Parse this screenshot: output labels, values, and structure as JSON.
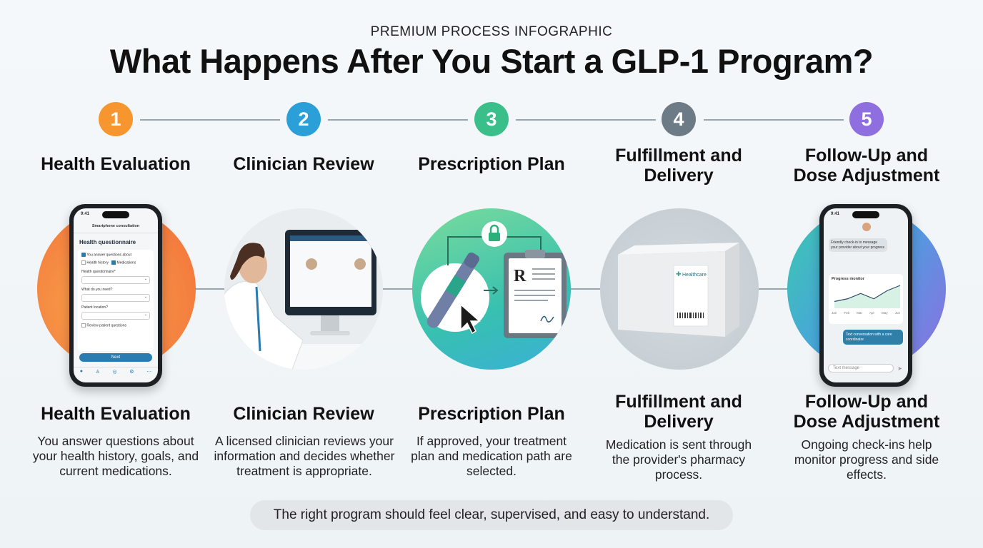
{
  "header": {
    "kicker": "PREMIUM PROCESS INFOGRAPHIC",
    "title": "What Happens After You Start a GLP-1 Program?"
  },
  "colors": {
    "step1": "#f7962e",
    "step2": "#2a9fd8",
    "step3": "#3bbf8a",
    "step4": "#6d7b87",
    "step5": "#8f6ee0"
  },
  "steps": [
    {
      "number": "1",
      "title": "Health Evaluation",
      "description": "You answer questions about your health history, goals, and current medications."
    },
    {
      "number": "2",
      "title": "Clinician Review",
      "description": "A licensed clinician reviews your information and decides whether treatment is appropriate."
    },
    {
      "number": "3",
      "title": "Prescription Plan",
      "description": "If approved, your treatment plan and medication path are selected."
    },
    {
      "number": "4",
      "title": "Fulfillment and Delivery",
      "description": "Medication is sent through the provider's pharmacy process."
    },
    {
      "number": "5",
      "title": "Follow-Up and Dose Adjustment",
      "description": "Ongoing check-ins help monitor progress and side effects."
    }
  ],
  "phone1": {
    "time": "9:41",
    "header": "Smartphone consultation",
    "heading": "Health questionnaire",
    "check1": "You answer questions about",
    "opt1": "Health history",
    "opt2": "Medications",
    "field1": "Health questionnaire*",
    "field2": "What do you need?",
    "field3": "Patient location?",
    "check2": "Review patient questions",
    "button": "Next",
    "icons": [
      "home-icon",
      "user-icon",
      "chat-icon",
      "settings-icon",
      "more-icon"
    ]
  },
  "phone5": {
    "time": "9:41",
    "message_in": "Friendly check-in to message your provider about your progress",
    "chart_title": "Progress monitor",
    "months": [
      "Jan",
      "Feb",
      "Mar",
      "Apr",
      "May",
      "Jun"
    ],
    "progress": [
      2,
      3,
      5,
      3,
      6,
      8
    ],
    "message_out": "Text conversation with a care coordinator",
    "input_placeholder": "Text message"
  },
  "box": {
    "label": "Healthcare"
  },
  "footer": "The right program should feel clear, supervised, and easy to understand."
}
